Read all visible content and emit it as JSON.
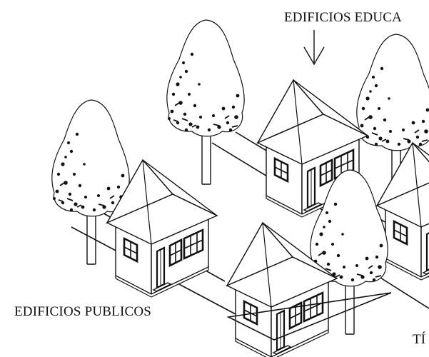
{
  "labels": {
    "educational": "EDIFICIOS EDUCA",
    "public": "EDIFICIOS PUBLICOS",
    "partial": "TÍ"
  },
  "icons": {
    "pointer": "down-arrow-icon",
    "house": "house-icon",
    "tree": "tree-icon"
  },
  "colors": {
    "ink": "#111111",
    "paper": "#ffffff"
  }
}
